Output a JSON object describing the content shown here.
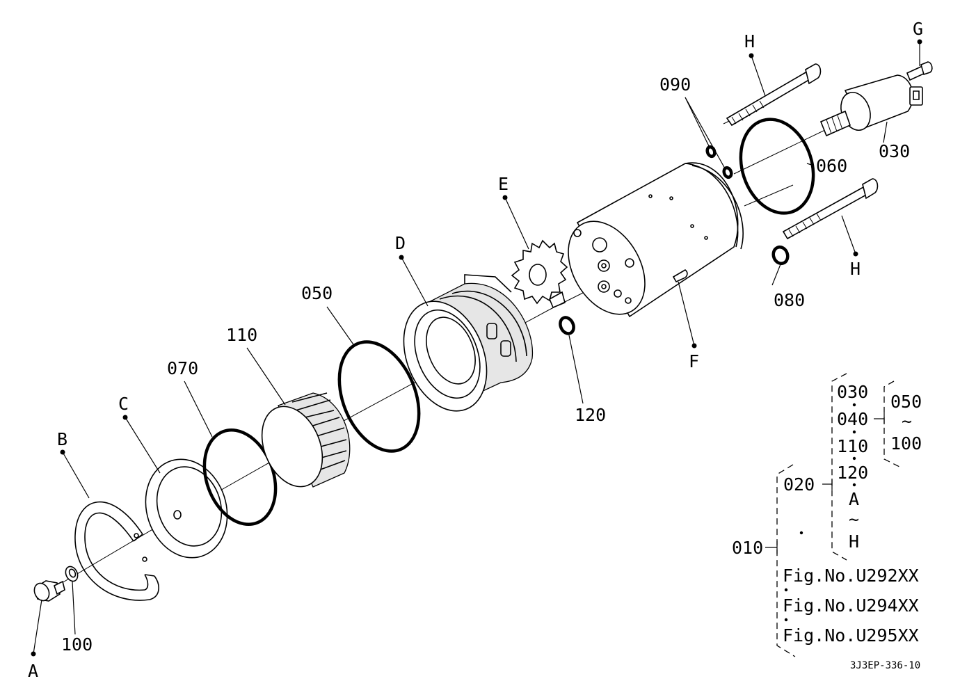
{
  "callouts": {
    "A": "A",
    "B": "B",
    "C": "C",
    "D": "D",
    "E": "E",
    "F": "F",
    "G": "G",
    "H_top": "H",
    "H_bottom": "H",
    "p030": "030",
    "p050": "050",
    "p060": "060",
    "p070": "070",
    "p080": "080",
    "p090": "090",
    "p100": "100",
    "p110": "110",
    "p120": "120"
  },
  "legend": {
    "l010": "010",
    "l020": "020",
    "l030": "030",
    "l040": "040",
    "l110": "110",
    "l120": "120",
    "lA": "A",
    "tilde1": "~",
    "lH": "H",
    "l050": "050",
    "tilde2": "~",
    "l100": "100",
    "fig1": "Fig.No.U292XX",
    "fig2": "Fig.No.U294XX",
    "fig3": "Fig.No.U295XX"
  },
  "drawing_code": "3J3EP-336-10",
  "colors": {
    "ink": "#000000",
    "paper": "#ffffff"
  }
}
